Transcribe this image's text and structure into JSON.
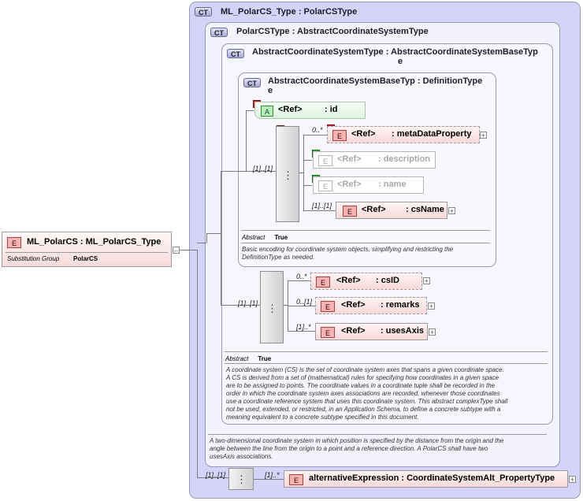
{
  "root_element": {
    "badge": "E",
    "title": "ML_PolarCS : ML_PolarCS_Type",
    "sub_label": "Substitution Group",
    "sub_value": "PolarCS"
  },
  "ct_ml_polarcs": {
    "badge": "CT",
    "title": "ML_PolarCS_Type : PolarCSType"
  },
  "ct_polarcs": {
    "badge": "CT",
    "title": "PolarCSType : AbstractCoordinateSystemType"
  },
  "ct_abstract_cs": {
    "badge": "CT",
    "title_l1": "AbstractCoordinateSystemType : AbstractCoordinateSystemBaseTyp",
    "title_l2": "e"
  },
  "ct_abstract_cs_base": {
    "badge": "CT",
    "title_l1": "AbstractCoordinateSystemBaseTyp : DefinitionType",
    "title_l2": "e"
  },
  "attr_id": {
    "badge": "A",
    "ref": "<Ref>",
    "name": ": id"
  },
  "base_seq": {
    "cardinality": "[1]..[1]",
    "items": [
      {
        "badge": "E",
        "ref": "<Ref>",
        "name": ": metaDataProperty",
        "card": "0..*"
      },
      {
        "badge": "E",
        "ref": "<Ref>",
        "name": ": description",
        "card": ""
      },
      {
        "badge": "E",
        "ref": "<Ref>",
        "name": ": name",
        "card": ""
      },
      {
        "badge": "E",
        "ref": "<Ref>",
        "name": ": csName",
        "card": "[1]..[1]"
      }
    ]
  },
  "base_abstract": {
    "key": "Abstract",
    "value": "True",
    "annotation_l1": "Basic encoding for coordinate system objects, simplifying and restricting the",
    "annotation_l2": "DefinitionType as needed."
  },
  "cs_seq": {
    "cardinality": "[1]..[1]",
    "items": [
      {
        "badge": "E",
        "ref": "<Ref>",
        "name": ": csID",
        "card": "0..*"
      },
      {
        "badge": "E",
        "ref": "<Ref>",
        "name": ": remarks",
        "card": "0..[1]"
      },
      {
        "badge": "E",
        "ref": "<Ref>",
        "name": ": usesAxis",
        "card": "[1]..*"
      }
    ]
  },
  "cs_abstract": {
    "key": "Abstract",
    "value": "True",
    "annotation": [
      "A coordinate system (CS) is the set of coordinate system axes that spans a given coordinate space.",
      "A CS is derived from a set of (mathematical) rules for specifying how coordinates in a given space",
      "are to be assigned to points. The coordinate values in a coordinate tuple shall be recorded in the",
      "order in which the coordinate system axes associations are recorded, whenever those coordinates",
      "use a coordinate reference system that uses this coordinate system. This abstract complexType shall",
      "not be used, extended, or restricted, in an Application Schema, to define a concrete subtype with a",
      "meaning equivalent to a concrete subtype specified in this document."
    ]
  },
  "polarcs_annotation": [
    "A two-dimensional coordinate system in which position is specified by the distance from the origin and the",
    "angle between the line from the origin to a point and a reference direction. A PolarCS shall have two",
    "usesAxis associations."
  ],
  "ml_seq": {
    "cardinality": "[1]..[1]",
    "item": {
      "badge": "E",
      "name": "alternativeExpression : CoordinateSystemAlt_PropertyType",
      "card": "[1]..*"
    }
  },
  "icons": {
    "expand": "plus-expand-icon",
    "sequence": "sequence-compositor-icon",
    "prohibited": "prohibited-x-icon",
    "optional_add": "optional-plus-icon"
  },
  "colors": {
    "ct_outer": "#d4d4f8",
    "ct_inner": "#f3f3fd",
    "element_fill": "#f8d8d8",
    "attribute_fill": "#e0f2e0"
  }
}
